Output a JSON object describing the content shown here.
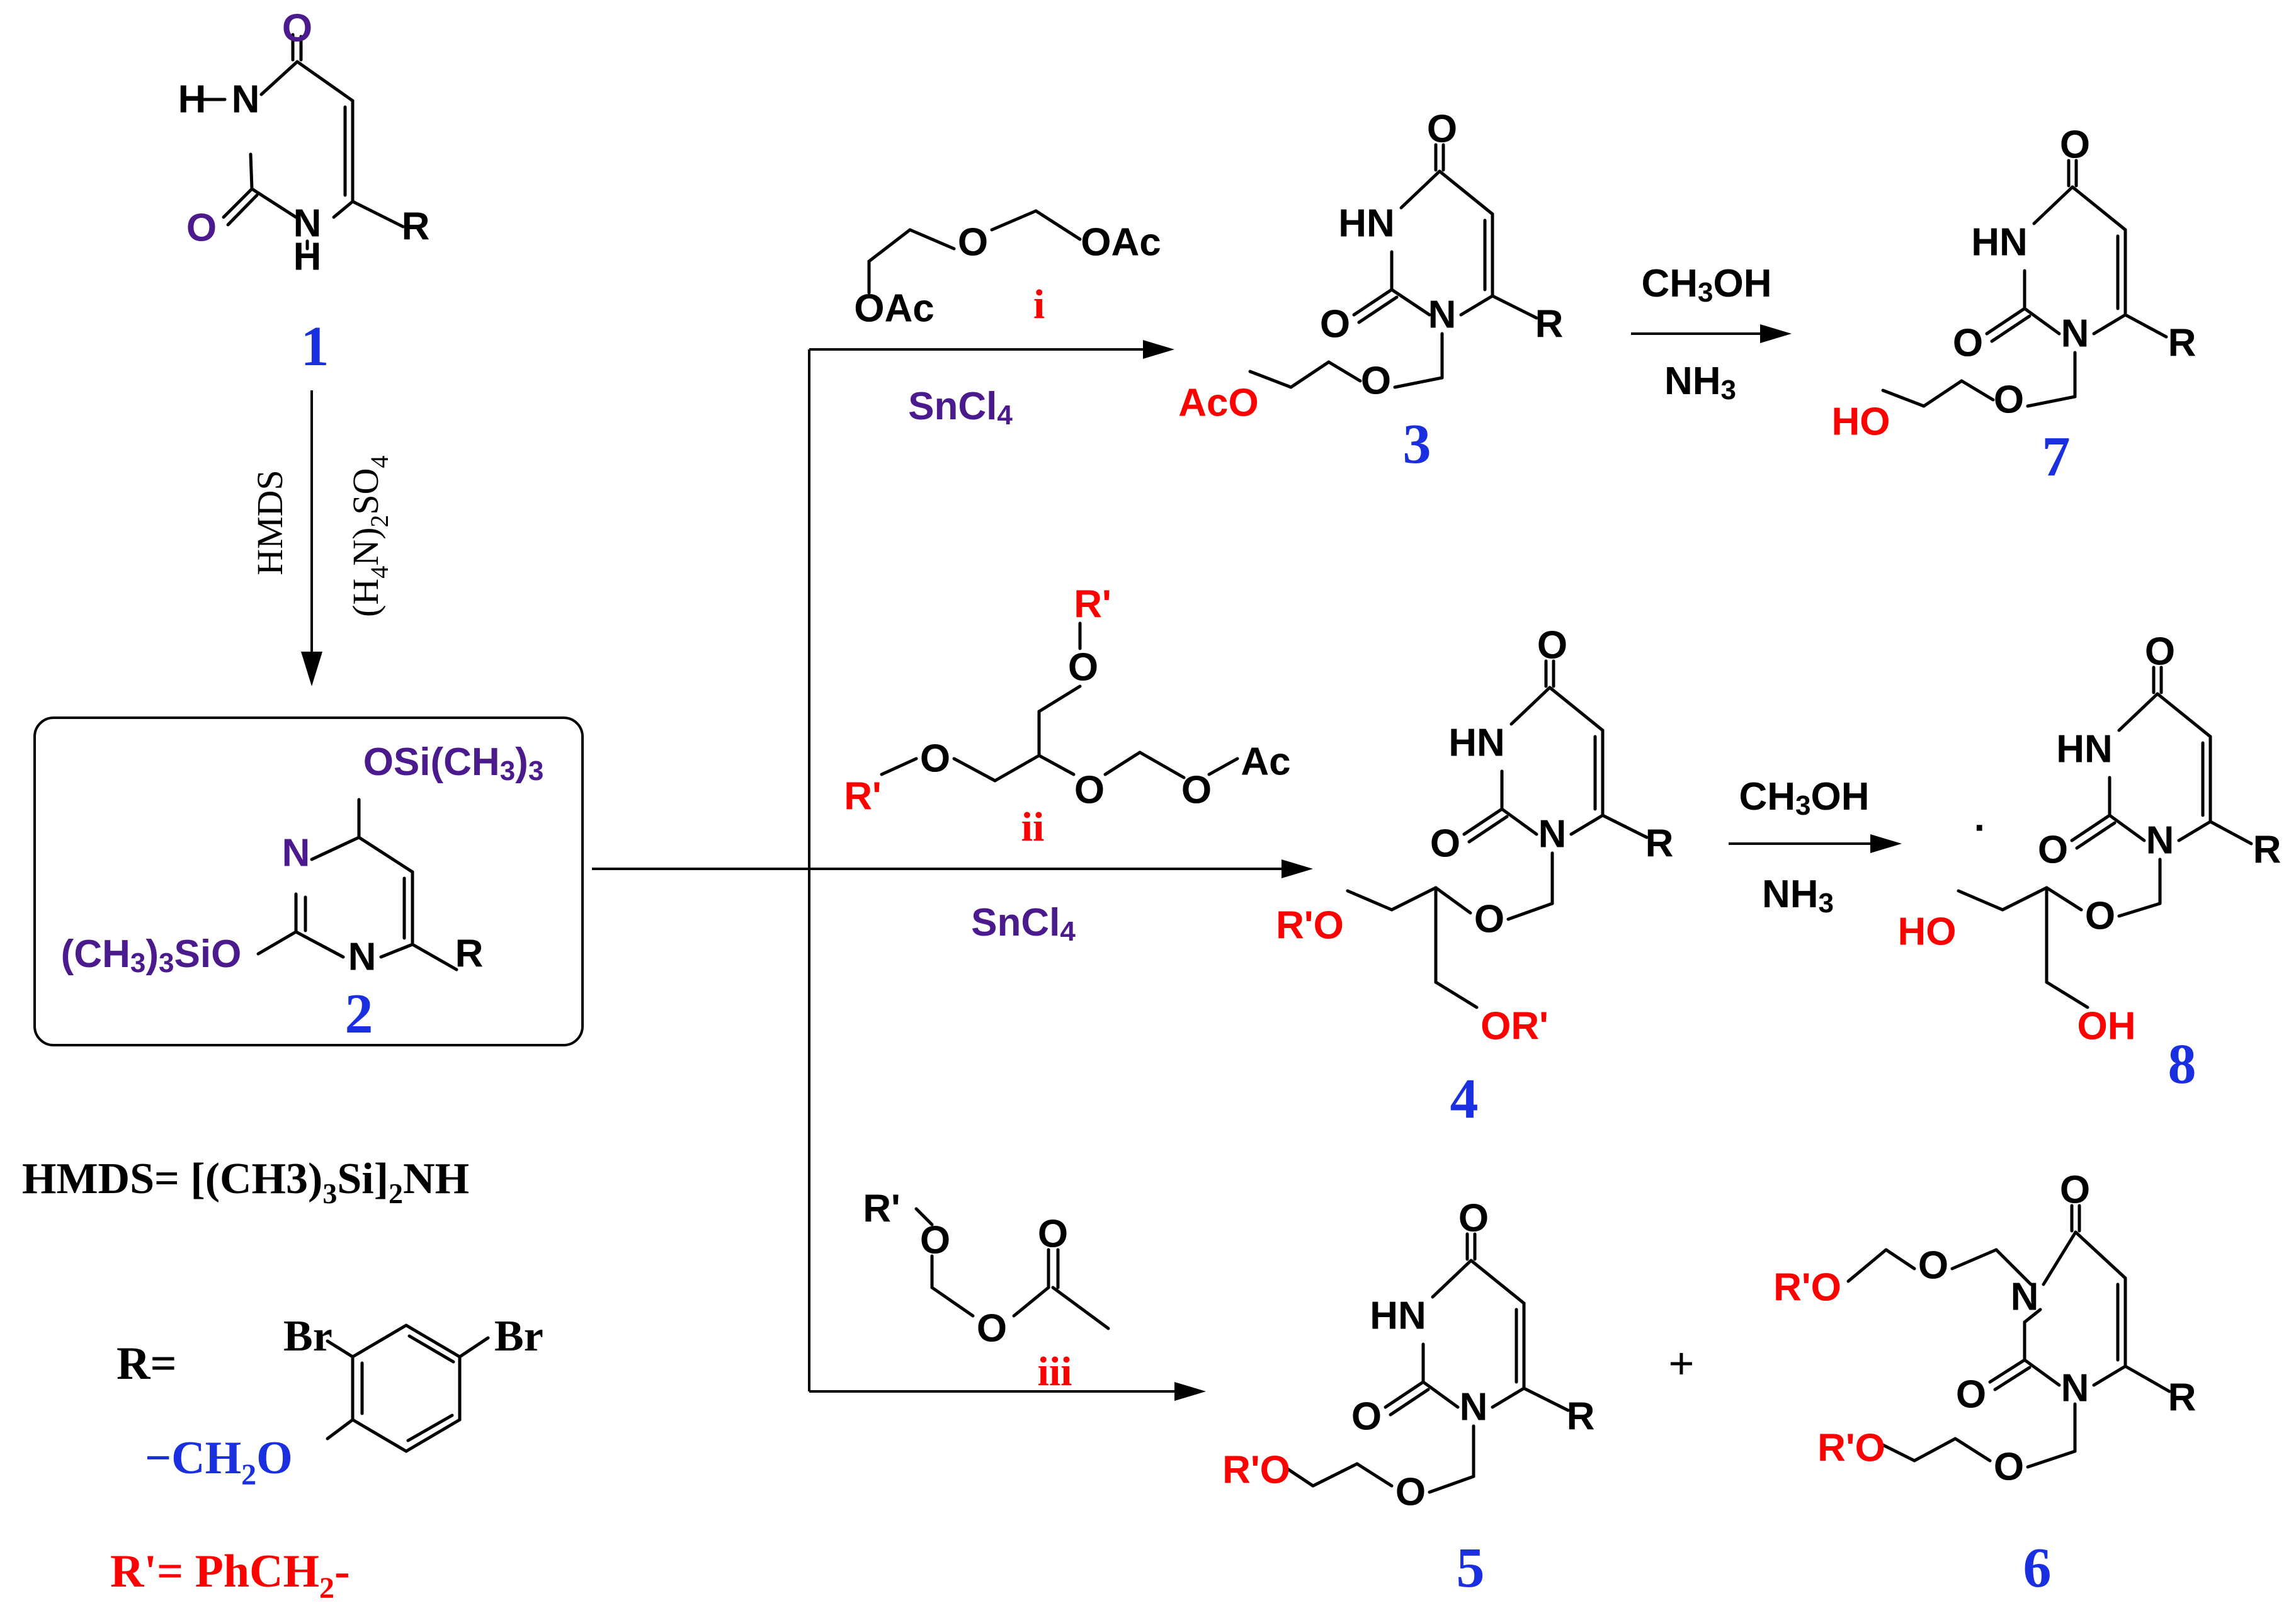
{
  "colors": {
    "purple": "#4b1a8c",
    "red": "#ff0000",
    "blue": "#1a2fe0",
    "black": "#000000"
  },
  "compounds": {
    "c1": "1",
    "c2": "2",
    "c3": "3",
    "c4": "4",
    "c5": "5",
    "c6": "6",
    "c7": "7",
    "c8": "8"
  },
  "atoms": {
    "O": "O",
    "N": "N",
    "H": "H",
    "R": "R",
    "HN": "HN",
    "NH": "NH",
    "OAc": "OAc",
    "Ac": "Ac",
    "AcO": "AcO",
    "HO": "HO",
    "OH": "OH",
    "Rp": "R'",
    "RpO": "R'O",
    "ORp": "OR'",
    "Br": "Br",
    "OSiMe3": "OSi(CH",
    "SiOMe3": "SiO",
    "Me3open": "(CH",
    "sub3": "3",
    "close": ")",
    "SnCl": "SnCl",
    "sub4": "4",
    "CH": "CH",
    "OH_tail": "OH"
  },
  "reagents": {
    "i": "i",
    "ii": "ii",
    "iii": "iii",
    "step1_a": "HMDS",
    "step1_b": "(H",
    "step1_b2": "N)",
    "step1_b3": "SO",
    "sub2": "2",
    "sub4": "4"
  },
  "legend": {
    "hmds": "HMDS= [(CH3)",
    "hmds_3": "3",
    "hmds_mid": "Si]",
    "hmds_2": "2",
    "hmds_end": "NH",
    "r_label": "R=",
    "r_group": "−CH",
    "r_group_2": "2",
    "r_group_O": "O",
    "rp_label": "R'= PhCH",
    "rp_2": "2",
    "rp_end": "-"
  },
  "misc": {
    "plus": "+",
    "dot": "·"
  }
}
